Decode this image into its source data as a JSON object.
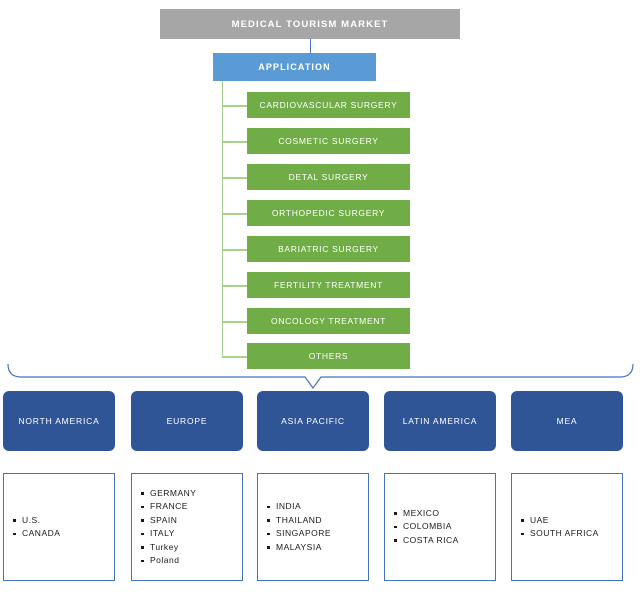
{
  "diagram": {
    "type": "org-chart",
    "title": "Medical Tourism Market segmentation chart",
    "colors": {
      "root_gray": "#A6A6A6",
      "application_blue": "#5B9BD5",
      "segment_green": "#70AD47",
      "connector_green": "#A9D18E",
      "region_navy": "#2F5597",
      "card_border_blue": "#4472C4",
      "connector_blue": "#4472C4",
      "text_white": "#FFFFFF",
      "text_dark": "#1A1A1A",
      "background": "#FFFFFF"
    }
  },
  "root": {
    "label": "MEDICAL TOURISM MARKET"
  },
  "application": {
    "label": "APPLICATION"
  },
  "segments": [
    {
      "label": "CARDIOVASCULAR SURGERY"
    },
    {
      "label": "COSMETIC SURGERY"
    },
    {
      "label": "DETAL SURGERY"
    },
    {
      "label": "ORTHOPEDIC SURGERY"
    },
    {
      "label": "BARIATRIC SURGERY"
    },
    {
      "label": "FERTILITY TREATMENT"
    },
    {
      "label": "ONCOLOGY TREATMENT"
    },
    {
      "label": "OTHERS"
    }
  ],
  "regions": [
    {
      "label": "NORTH AMERICA",
      "countries": [
        "U.S.",
        "CANADA"
      ]
    },
    {
      "label": "EUROPE",
      "countries": [
        "GERMANY",
        "FRANCE",
        "SPAIN",
        "ITALY",
        "Turkey",
        "Poland"
      ]
    },
    {
      "label": "ASIA PACIFIC",
      "countries": [
        "INDIA",
        "THAILAND",
        "SINGAPORE",
        "MALAYSIA"
      ]
    },
    {
      "label": "LATIN AMERICA",
      "countries": [
        "MEXICO",
        "COLOMBIA",
        "COSTA RICA"
      ]
    },
    {
      "label": "MEA",
      "countries": [
        "UAE",
        "SOUTH AFRICA"
      ]
    }
  ]
}
